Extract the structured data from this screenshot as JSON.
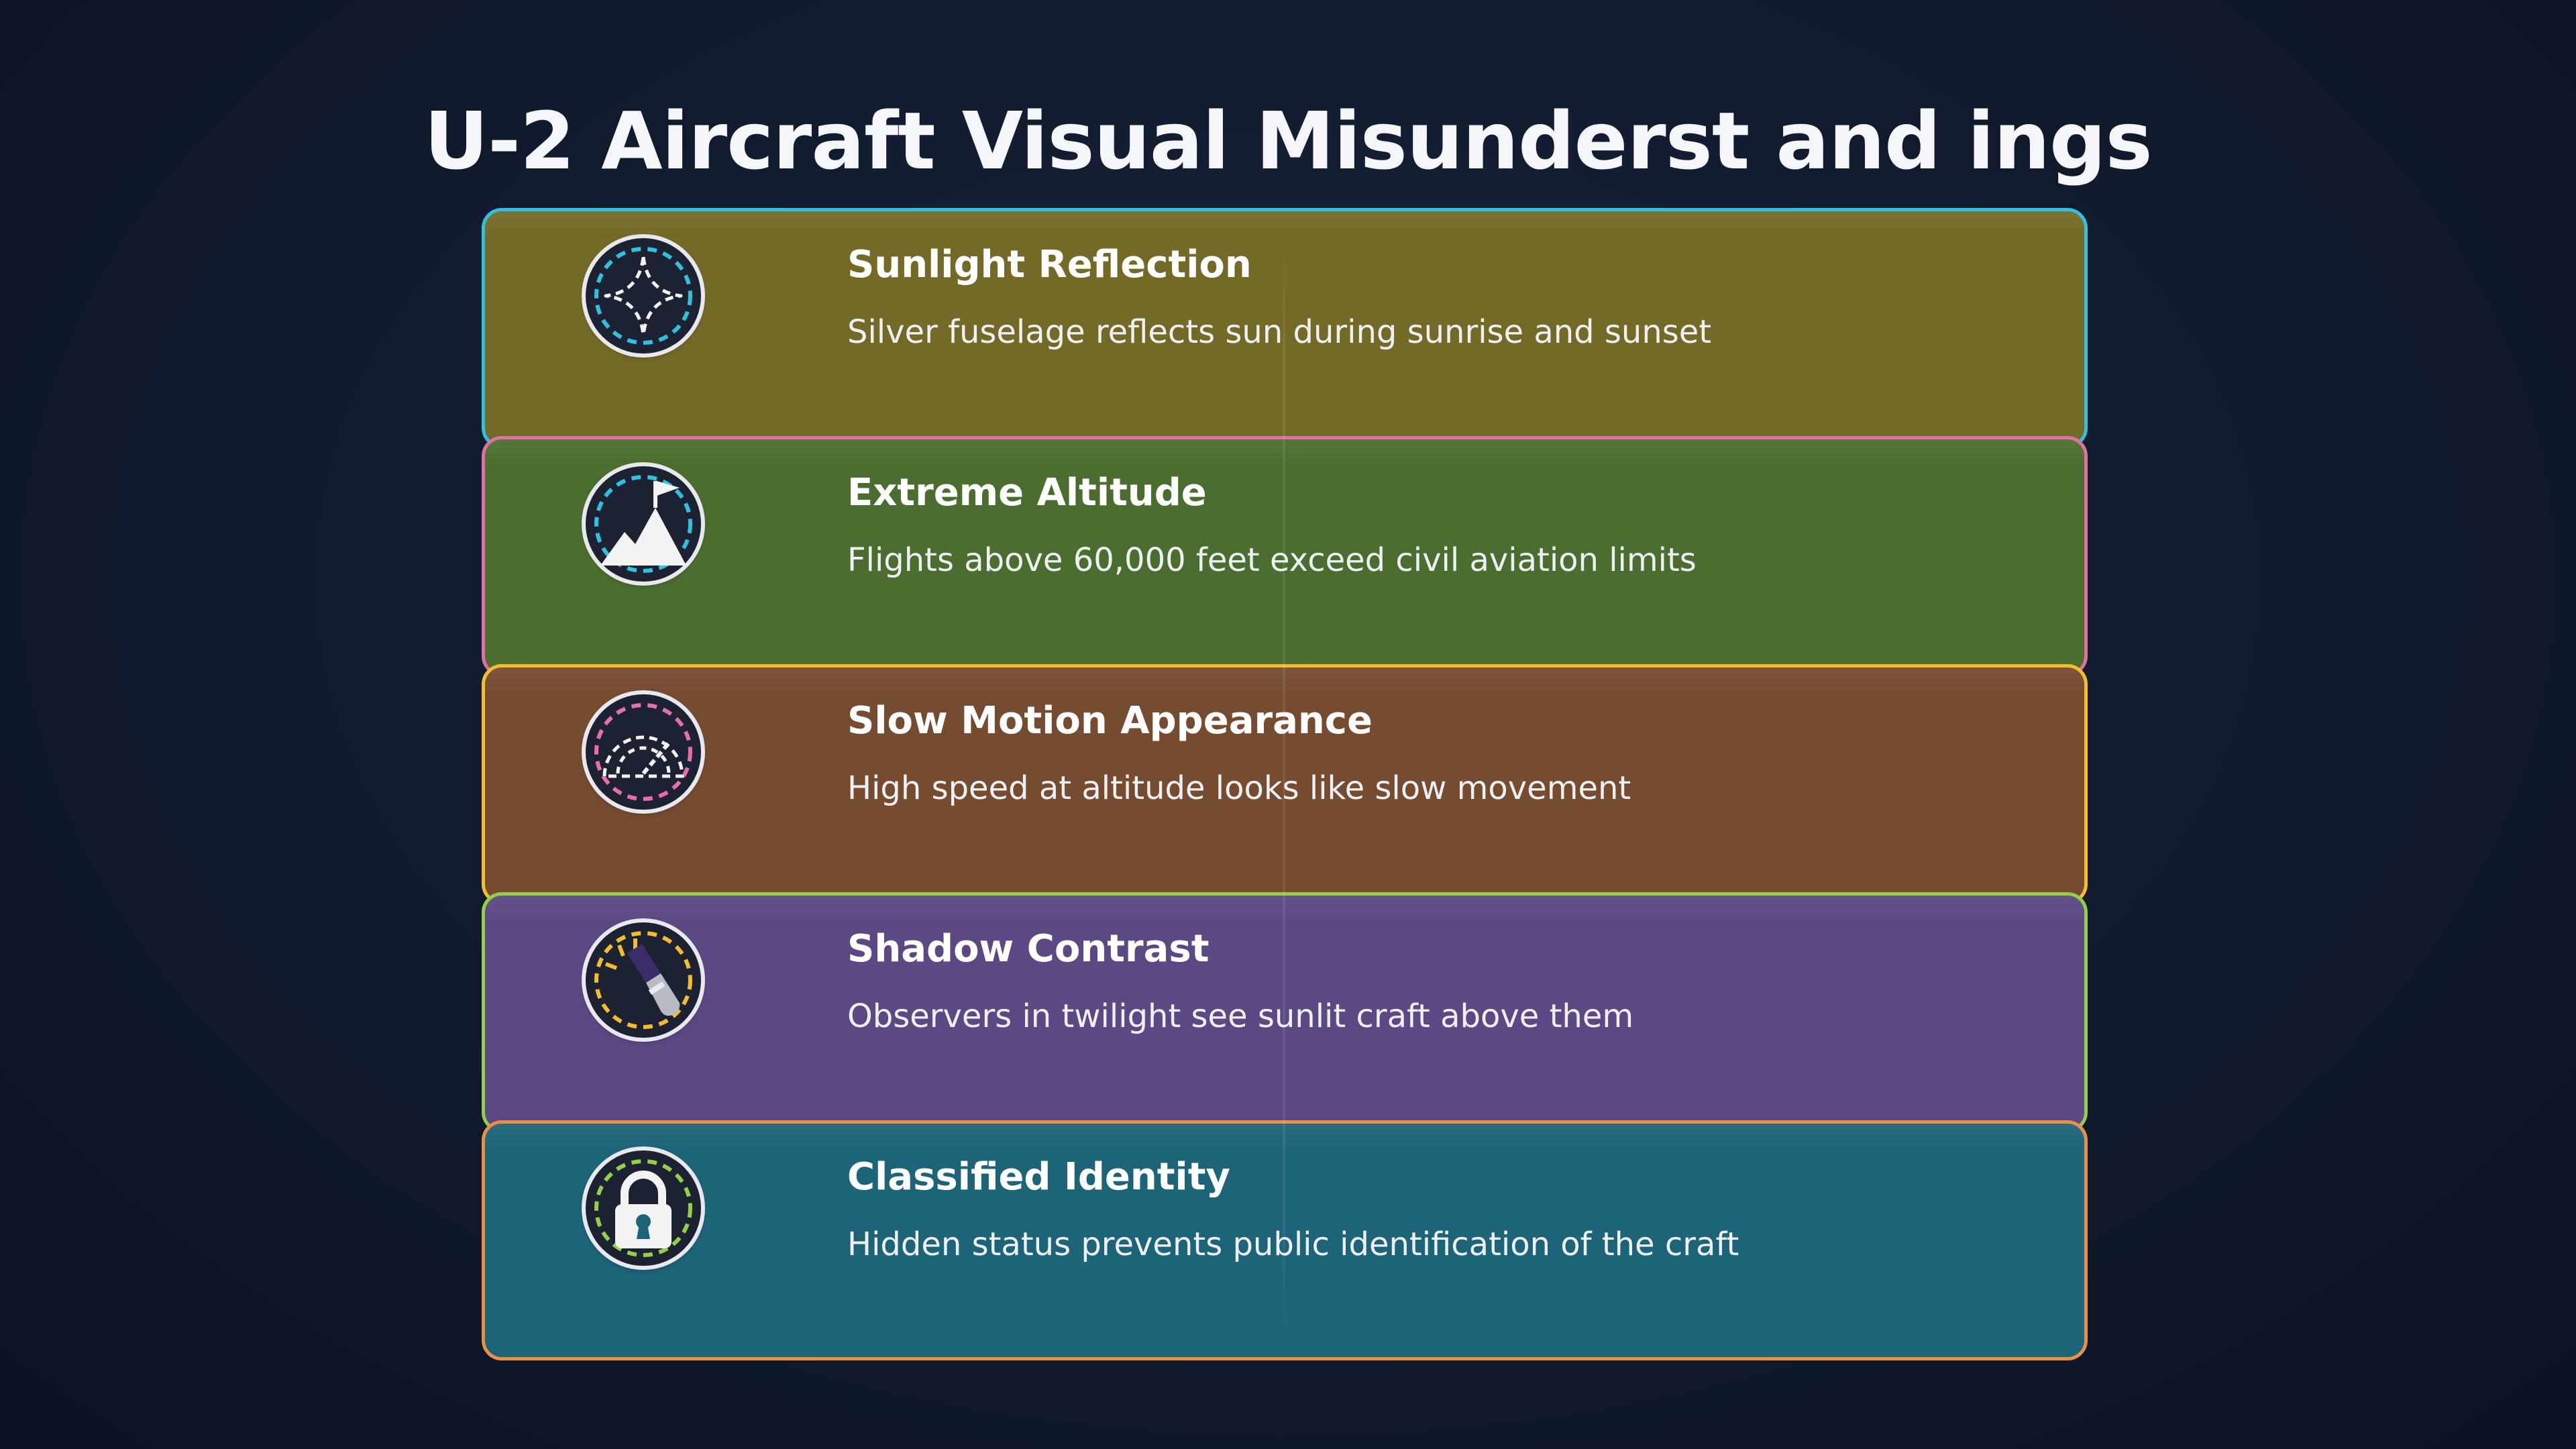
{
  "title": "U-2 Aircraft Visual Misunderst and ings",
  "items": [
    {
      "title": "Sunlight Reflection",
      "description": "Silver fuselage reflects sun during sunrise and sunset",
      "icon": "sparkle-icon",
      "fill": "#746a27",
      "border": "#2fc2e0",
      "dash": "#2fc2e0"
    },
    {
      "title": "Extreme Altitude",
      "description": "Flights above 60,000 feet exceed civil aviation limits",
      "icon": "mountain-flag-icon",
      "fill": "#4b6e30",
      "border": "#e0719f",
      "dash": "#2fc2e0"
    },
    {
      "title": "Slow Motion Appearance",
      "description": "High speed at altitude looks like slow movement",
      "icon": "speedometer-icon",
      "fill": "#764c31",
      "border": "#f2bd2e",
      "dash": "#e76ea7"
    },
    {
      "title": "Shadow Contrast",
      "description": "Observers in twilight see sunlit craft above them",
      "icon": "flashlight-icon",
      "fill": "#5c4883",
      "border": "#93d04a",
      "dash": "#f2bd2e"
    },
    {
      "title": "Classified Identity",
      "description": "Hidden status prevents public identification of the craft",
      "icon": "lock-icon",
      "fill": "#1d6478",
      "border": "#e98f48",
      "dash": "#93d04a"
    }
  ]
}
